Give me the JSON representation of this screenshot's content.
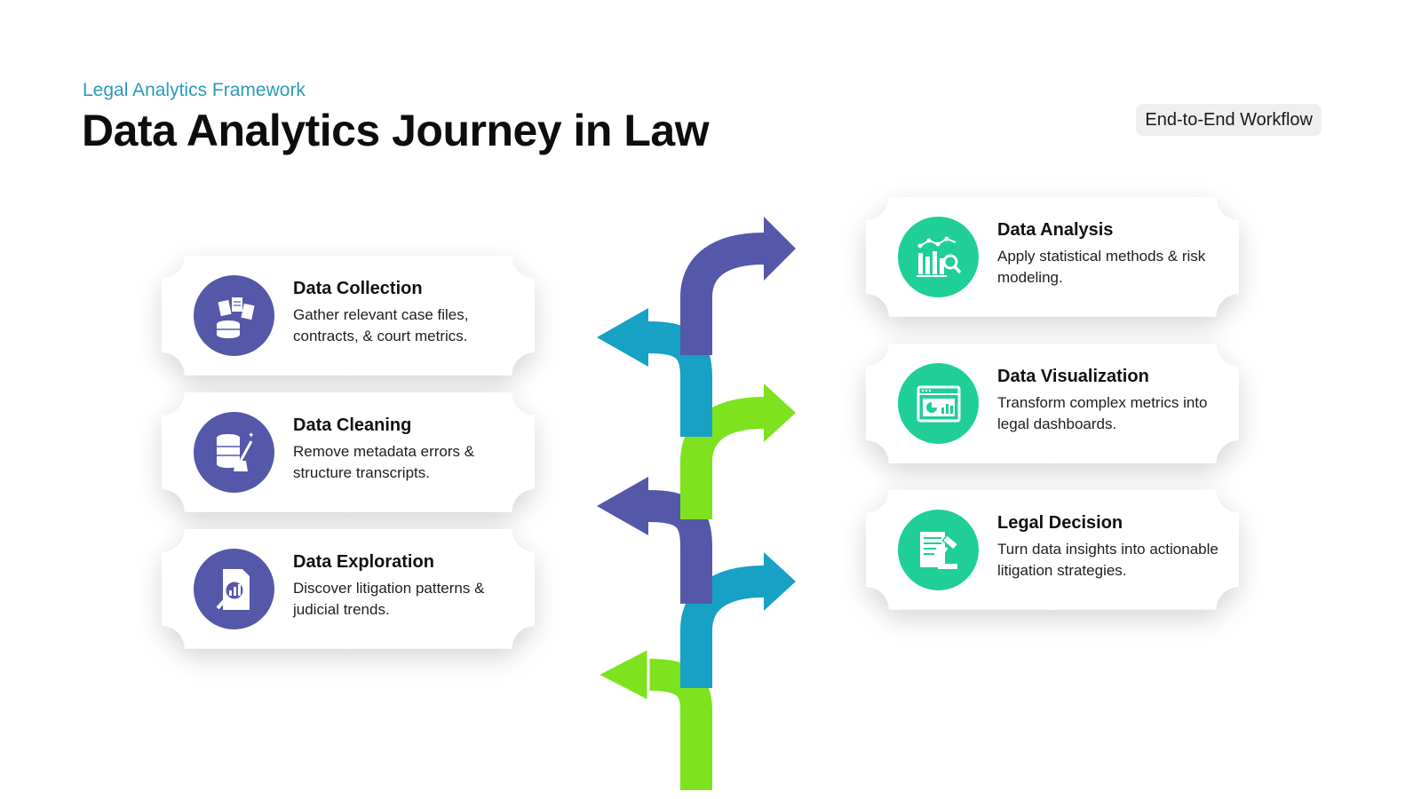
{
  "header": {
    "subtitle": "Legal Analytics Framework",
    "title": "Data Analytics Journey in Law",
    "badge": "End-to-End Workflow"
  },
  "colors": {
    "purple": "#5558a8",
    "teal": "#17a1c4",
    "green": "#7ee21f",
    "icon_left_bg": "#5558a8",
    "icon_right_bg": "#1fcf97",
    "subtitle": "#2a9bb8"
  },
  "steps": [
    {
      "icon": "database-documents-icon",
      "title": "Data Collection",
      "desc": "Gather relevant case files, contracts, & court metrics."
    },
    {
      "icon": "database-broom-icon",
      "title": "Data Cleaning",
      "desc": "Remove metadata errors & structure transcripts."
    },
    {
      "icon": "report-magnifier-icon",
      "title": "Data Exploration",
      "desc": "Discover litigation patterns & judicial trends."
    },
    {
      "icon": "chart-magnifier-icon",
      "title": "Data Analysis",
      "desc": "Apply statistical methods & risk modeling."
    },
    {
      "icon": "dashboard-monitor-icon",
      "title": "Data Visualization",
      "desc": "Transform complex metrics into legal dashboards."
    },
    {
      "icon": "gavel-document-icon",
      "title": "Legal Decision",
      "desc": "Turn data insights into actionable litigation strategies."
    }
  ]
}
